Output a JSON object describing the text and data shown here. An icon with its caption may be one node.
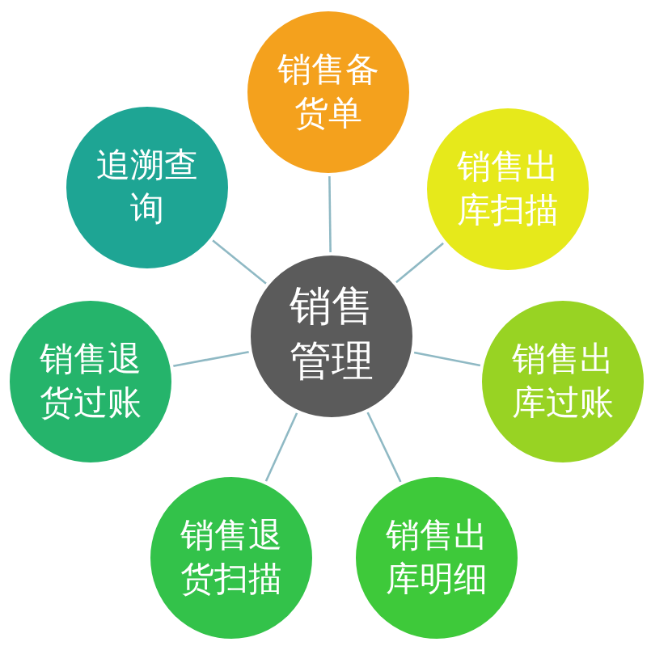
{
  "diagram": {
    "nodes": [
      {
        "text": [
          "销售管理"
        ]
      },
      {
        "text": [
          "销售备货单"
        ]
      },
      {
        "text": [
          "销售出库扫描"
        ]
      },
      {
        "text": [
          "销售出库过账"
        ]
      },
      {
        "text": [
          "销售出库明细"
        ]
      },
      {
        "text": [
          "销售退货扫描"
        ]
      },
      {
        "text": [
          "销售退货过账"
        ]
      },
      {
        "text": [
          "追溯查询"
        ]
      }
    ],
    "edges": [
      {
        "from": 0,
        "to": 1,
        "arrow": "none"
      },
      {
        "from": 0,
        "to": 2,
        "arrow": "none"
      },
      {
        "from": 0,
        "to": 3,
        "arrow": "none"
      },
      {
        "from": 0,
        "to": 4,
        "arrow": "none"
      },
      {
        "from": 0,
        "to": 5,
        "arrow": "none"
      },
      {
        "from": 0,
        "to": 6,
        "arrow": "none"
      },
      {
        "from": 0,
        "to": 7,
        "arrow": "none"
      }
    ]
  }
}
